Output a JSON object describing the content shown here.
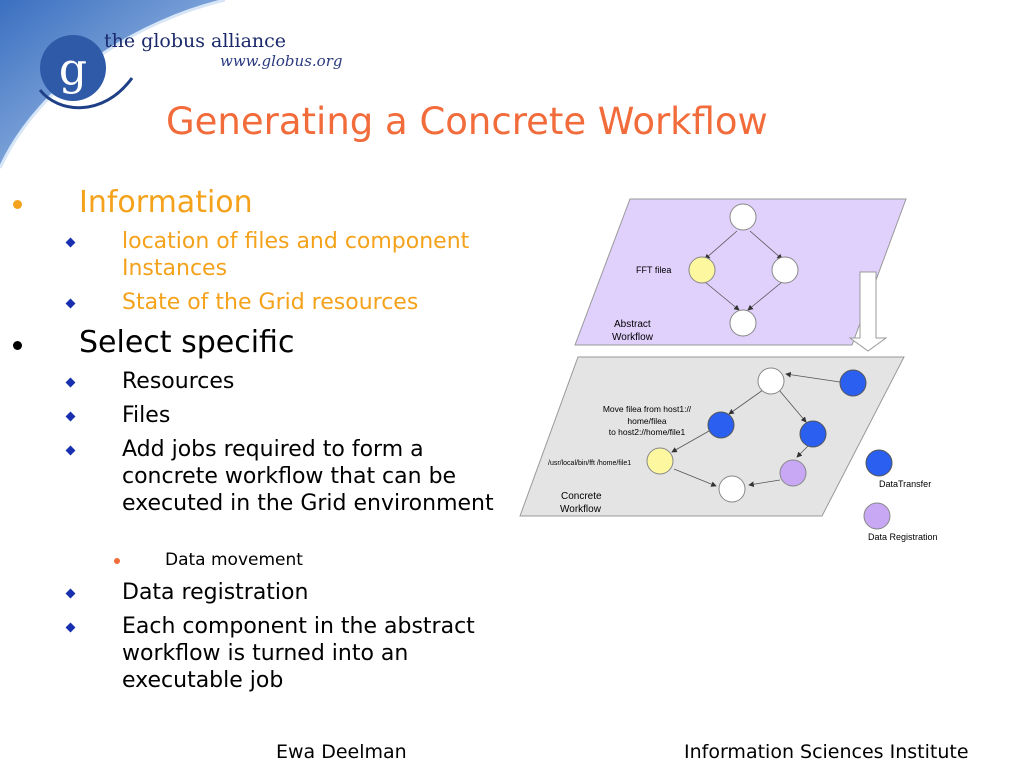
{
  "logo": {
    "letter": "g",
    "name": "the globus alliance",
    "url": "www.globus.org"
  },
  "slide": {
    "title": "Generating a Concrete Workflow"
  },
  "bullets": {
    "information": {
      "label": "Information",
      "items": [
        "location of files and component Instances",
        "State of the Grid resources"
      ]
    },
    "select": {
      "label": "Select specific",
      "items": [
        "Resources",
        "Files",
        "Add jobs required to form a concrete workflow that can be executed in the Grid environment",
        "Data registration",
        "Each component in the abstract workflow is turned into an executable job"
      ],
      "sub_item": "Data movement"
    }
  },
  "diagram": {
    "abstract": {
      "node_label": "FFT filea",
      "caption_line1": "Abstract",
      "caption_line2": "Workflow"
    },
    "concrete": {
      "move_line1": "Move filea from host1://",
      "move_line2": "home/filea",
      "move_line3": "to host2://home/file1",
      "fft_path": "/usr/local/bin/fft /home/file1",
      "caption_line1": "Concrete",
      "caption_line2": "Workflow"
    },
    "legend": {
      "transfer": "DataTransfer",
      "registration": "Data Registration"
    },
    "colors": {
      "abstract_plane": "#e0d0fc",
      "concrete_plane": "#e4e4e4",
      "transfer_node": "#2a5ff0",
      "registration_node": "#c8a8f4",
      "compute_node": "#fdf8a0"
    }
  },
  "footer": {
    "author": "Ewa Deelman",
    "institute": "Information Sciences Institute"
  }
}
